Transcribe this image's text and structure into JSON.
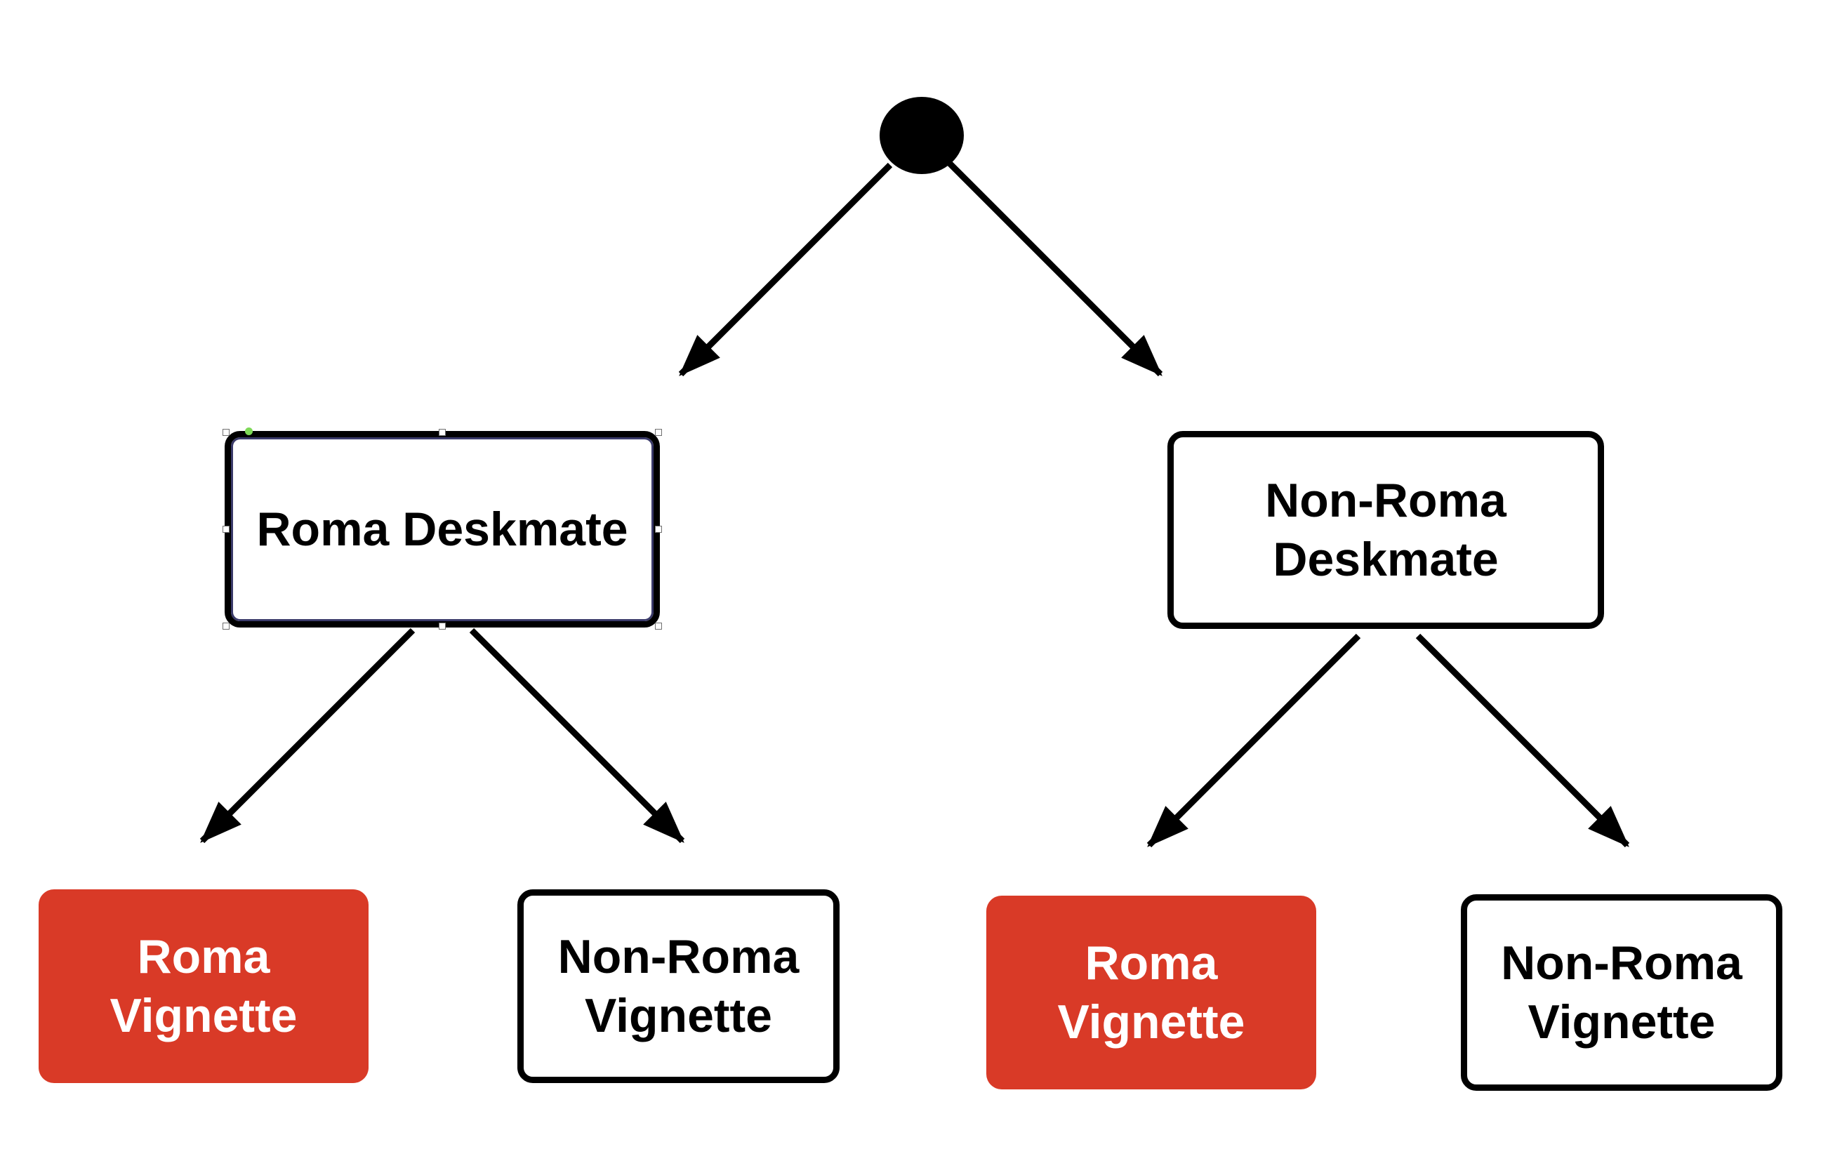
{
  "nodes": {
    "roma_deskmate": "Roma Deskmate",
    "nonroma_deskmate": "Non-Roma Deskmate",
    "roma_vignette_left": "Roma Vignette",
    "nonroma_vignette_left": "Non-Roma Vignette",
    "roma_vignette_right": "Roma Vignette",
    "nonroma_vignette_right": "Non-Roma Vignette"
  },
  "colors": {
    "highlight_fill": "#d93a27",
    "stroke": "#000000",
    "text_on_fill": "#ffffff"
  }
}
